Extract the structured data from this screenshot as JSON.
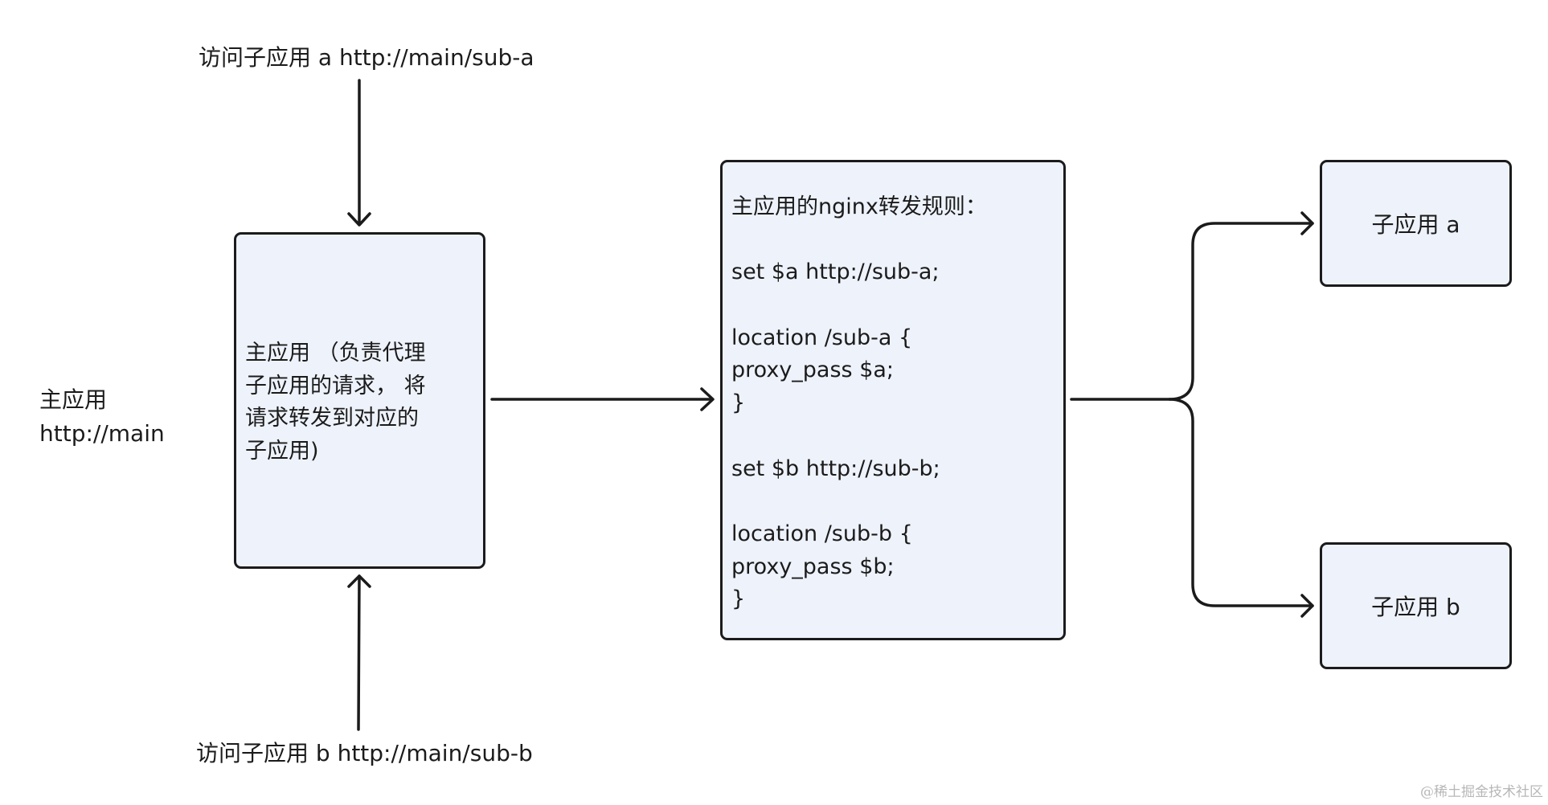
{
  "diagram": {
    "labels": {
      "visit_a": "访问子应用 a http://main/sub-a",
      "visit_b": "访问子应用 b http://main/sub-b",
      "main_app_name": "主应用",
      "main_app_url": "http://main"
    },
    "main_box": {
      "lines": [
        "主应用 （负责代理",
        "子应用的请求， 将",
        "请求转发到对应的",
        "子应用)"
      ]
    },
    "nginx_box": {
      "lines": [
        "主应用的nginx转发规则：",
        "",
        "set $a http://sub-a;",
        "",
        "location /sub-a {",
        "proxy_pass $a;",
        "}",
        "",
        "set $b http://sub-b;",
        "",
        "location /sub-b {",
        "proxy_pass $b;",
        "}"
      ]
    },
    "sub_a": {
      "label": "子应用 a"
    },
    "sub_b": {
      "label": "子应用 b"
    },
    "watermark": "@稀土掘金技术社区"
  },
  "colors": {
    "box_fill": "#eef2fb",
    "stroke": "#1b1b1b",
    "watermark": "#b7b7b7"
  }
}
